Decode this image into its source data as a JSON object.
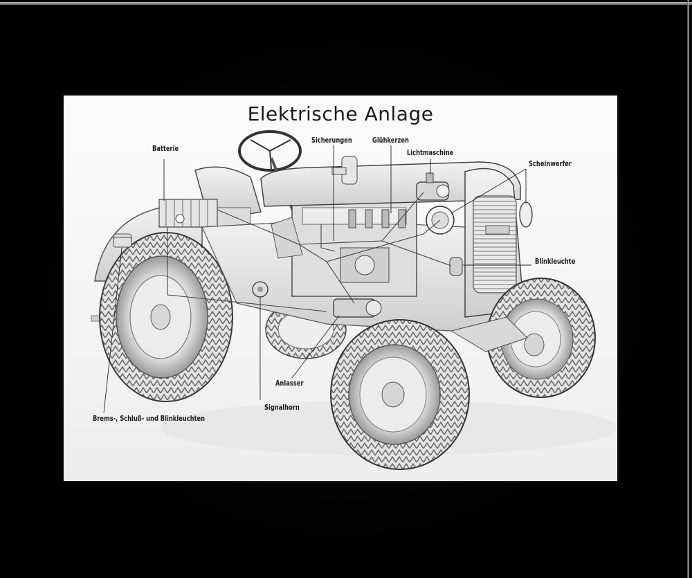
{
  "title": "Elektrische Anlage",
  "labels": {
    "batterie": "Batterie",
    "sicherungen": "Sicherungen",
    "gluehkerzen": "Glühkerzen",
    "lichtmaschine": "Lichtmaschine",
    "scheinwerfer": "Scheinwerfer",
    "blinkleuchte": "Blinkleuchte",
    "anlasser": "Anlasser",
    "signalhorn": "Signalhorn",
    "rueckleuchten": "Brems-, Schluß- und Blinkleuchten"
  }
}
